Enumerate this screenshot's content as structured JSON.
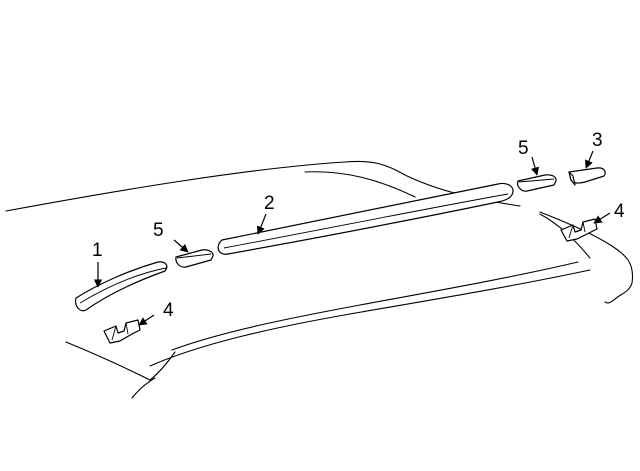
{
  "diagram": {
    "background": "#ffffff",
    "line_color": "#000000",
    "callouts": [
      {
        "id": "c1",
        "label": "1"
      },
      {
        "id": "c2",
        "label": "2"
      },
      {
        "id": "c3",
        "label": "3"
      },
      {
        "id": "c4a",
        "label": "4"
      },
      {
        "id": "c4b",
        "label": "4"
      },
      {
        "id": "c5a",
        "label": "5"
      },
      {
        "id": "c5b",
        "label": "5"
      }
    ]
  }
}
